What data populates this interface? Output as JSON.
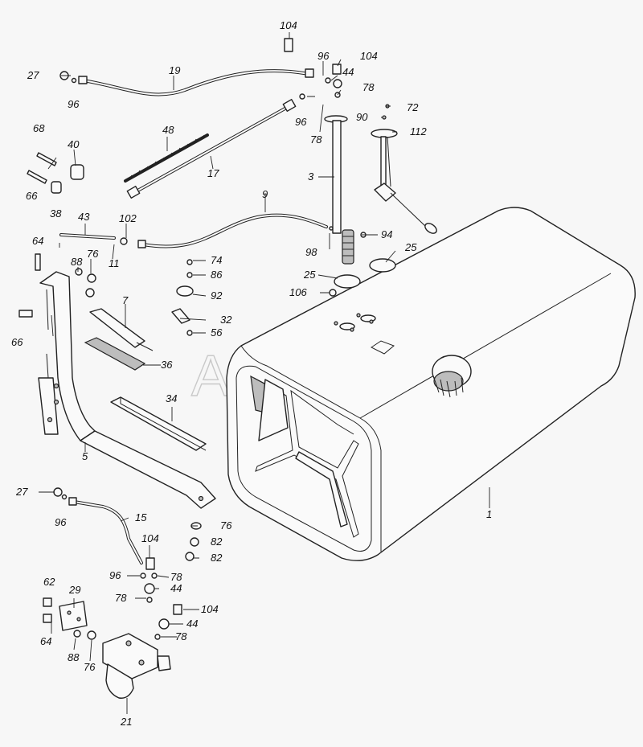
{
  "watermark": "AutoSoft",
  "labels": {
    "l104a": "104",
    "l96a": "96",
    "l104b": "104",
    "l27a": "27",
    "l19": "19",
    "l44a": "44",
    "l96b": "96",
    "l78a": "78",
    "l96c": "96",
    "l72": "72",
    "l90": "90",
    "l112": "112",
    "l78b": "78",
    "l68": "68",
    "l48": "48",
    "l40": "40",
    "l17": "17",
    "l66a": "66",
    "l38": "38",
    "l3": "3",
    "l9": "9",
    "l43": "43",
    "l102": "102",
    "l94": "94",
    "l64a": "64",
    "l98": "98",
    "l25a": "25",
    "l11": "11",
    "l88a": "88",
    "l76a": "76",
    "l74": "74",
    "l25b": "25",
    "l86": "86",
    "l106": "106",
    "l92": "92",
    "l7": "7",
    "l32": "32",
    "l66b": "66",
    "l56": "56",
    "l36": "36",
    "l34": "34",
    "l5": "5",
    "l1": "1",
    "l27b": "27",
    "l15": "15",
    "l96d": "96",
    "l76b": "76",
    "l104c": "104",
    "l82a": "82",
    "l82b": "82",
    "l96e": "96",
    "l78c": "78",
    "l62": "62",
    "l29": "29",
    "l44b": "44",
    "l78d": "78",
    "l104d": "104",
    "l64b": "64",
    "l44c": "44",
    "l78e": "78",
    "l88b": "88",
    "l76c": "76",
    "l21": "21"
  }
}
